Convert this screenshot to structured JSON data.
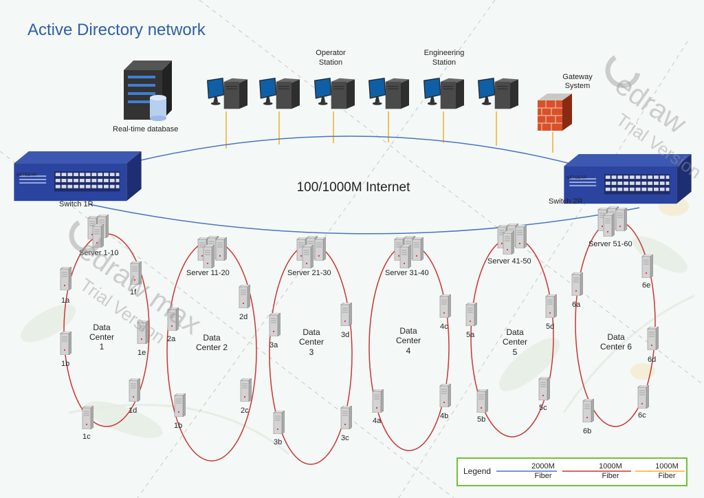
{
  "title": "Active Directory network",
  "network_label": "100/1000M Internet",
  "labels": {
    "database": "Real-time database",
    "operator": [
      "Operator",
      "Station"
    ],
    "engineering": [
      "Engineering",
      "Station"
    ],
    "gateway": [
      "Gateway",
      "System"
    ],
    "switch1": "Switch 1R",
    "switch2": "Switch 2R",
    "switch_brand": "NETGEAR"
  },
  "server_groups": [
    "Server 1-10",
    "Server 11-20",
    "Server 21-30",
    "Server 31-40",
    "Server 41-50",
    "Server 51-60"
  ],
  "data_centers": [
    [
      "Data",
      "Center",
      "1"
    ],
    [
      "Data",
      "Center 2"
    ],
    [
      "Data",
      "Center",
      "3"
    ],
    [
      "Data",
      "Center",
      "4"
    ],
    [
      "Data",
      "Center",
      "5"
    ],
    [
      "Data",
      "Center 6"
    ]
  ],
  "node_labels": {
    "dc1": [
      "1a",
      "1b",
      "1c",
      "1d",
      "1e",
      "1f"
    ],
    "dc2": [
      "2a",
      "1b",
      "2c",
      "2d"
    ],
    "dc3": [
      "3a",
      "3b",
      "3c",
      "3d"
    ],
    "dc4": [
      "4a",
      "4b",
      "4c"
    ],
    "dc5": [
      "5a",
      "5b",
      "5c",
      "5d"
    ],
    "dc6": [
      "6a",
      "6b",
      "6c",
      "6d",
      "6e"
    ]
  },
  "legend": {
    "title": "Legend",
    "items": [
      {
        "line1": "2000M",
        "line2": "Fiber",
        "color": "#4a72c4"
      },
      {
        "line1": "1000M",
        "line2": "Fiber",
        "color": "#cc3333"
      },
      {
        "line1": "1000M",
        "line2": "Fiber",
        "color": "#f0b020"
      }
    ]
  },
  "watermark": {
    "brand": "edraw",
    "brand_max": "edraw max",
    "trial": "Trial Version"
  },
  "colors": {
    "blue_link": "#4a72c4",
    "red_link": "#cc3333",
    "orange_link": "#f0b020",
    "title": "#2f5fa6",
    "legend_border": "#6fc23a"
  }
}
